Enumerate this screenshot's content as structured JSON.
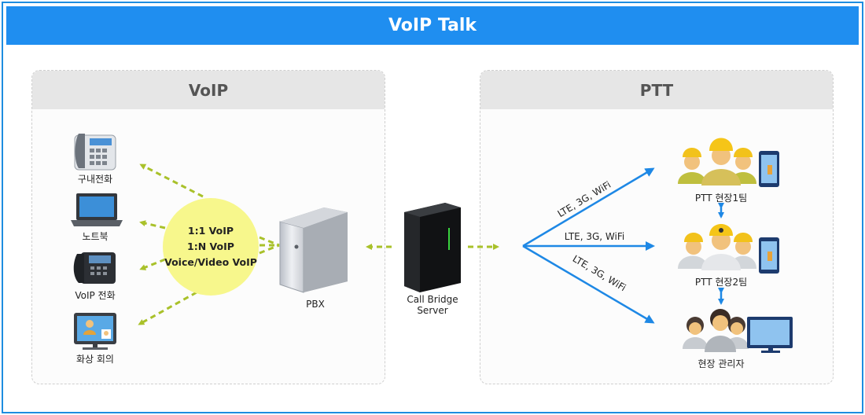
{
  "title": "VoIP Talk",
  "panels": {
    "voip": {
      "header": "VoIP"
    },
    "ptt": {
      "header": "PTT"
    }
  },
  "devices": {
    "desk_phone": "구내전화",
    "laptop": "노트북",
    "voip_phone": "VoIP 전화",
    "video_conf": "화상 회의"
  },
  "bubble": {
    "line1": "1:1 VoIP",
    "line2": "1:N VoIP",
    "line3": "Voice/Video VoIP"
  },
  "pbx": "PBX",
  "bridge": {
    "line1": "Call Bridge",
    "line2": "Server"
  },
  "links": {
    "upper": "LTE, 3G, WiFi",
    "middle": "LTE, 3G, WiFi",
    "lower": "LTE, 3G, WiFi"
  },
  "ptt_groups": {
    "team1": "PTT 현장1팀",
    "team2": "PTT 현장2팀",
    "manager": "현장 관리자"
  },
  "colors": {
    "title_bar": "#1f8ef0",
    "dashed_arrow": "#a9c12a",
    "ptt_arrow": "#1e88e5",
    "bubble": "#f7f78c"
  },
  "icons": [
    "desk-phone-icon",
    "laptop-icon",
    "voip-phone-icon",
    "video-conference-icon",
    "pbx-server-icon",
    "bridge-server-icon",
    "worker-group-icon",
    "mobile-phone-icon",
    "manager-group-icon",
    "monitor-icon"
  ]
}
